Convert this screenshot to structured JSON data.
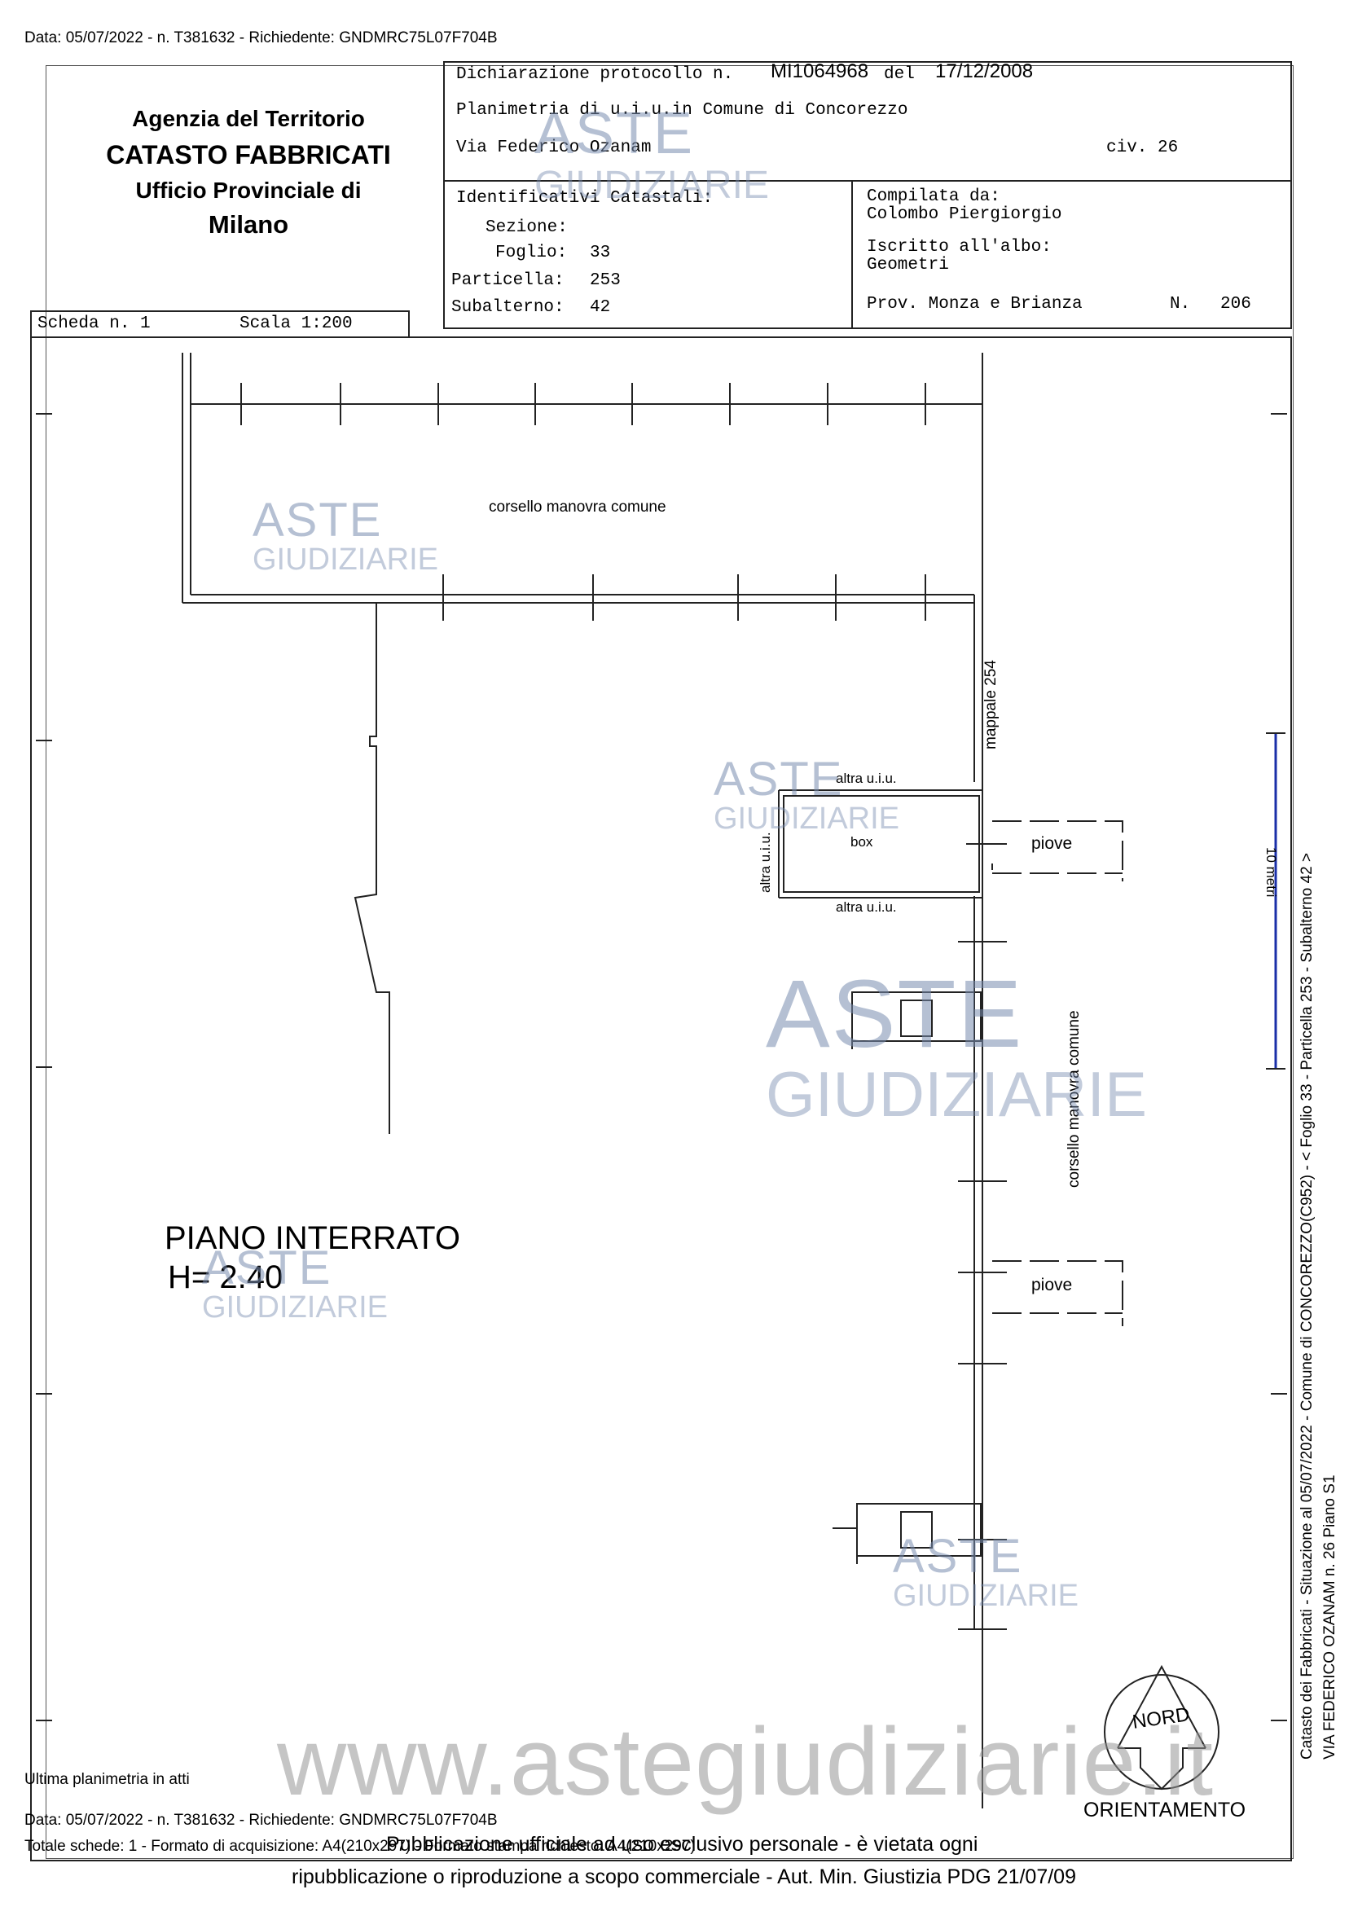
{
  "header": {
    "top_meta": "Data: 05/07/2022 - n. T381632 - Richiedente: GNDMRC75L07F704B",
    "agency": "Agenzia del Territorio",
    "catasto": "CATASTO FABBRICATI",
    "ufficio": "Ufficio Provinciale di",
    "city": "Milano",
    "dichiarazione_label": "Dichiarazione protocollo n.",
    "protocollo": "MI1064968",
    "del_label": "del",
    "date": "17/12/2008",
    "planimetria": "Planimetria di u.i.u.in Comune di Concorezzo",
    "via": "Via Federico Ozanam",
    "civ": "civ. 26",
    "identificativi": "Identificativi Catastali:",
    "sezione_label": "Sezione:",
    "foglio_label": "Foglio:",
    "foglio": "33",
    "particella_label": "Particella:",
    "particella": "253",
    "subalterno_label": "Subalterno:",
    "subalterno": "42",
    "compilata": "Compilata da:",
    "compilatore": "Colombo Piergiorgio",
    "iscritto": "Iscritto all'albo:",
    "albo": "Geometri",
    "prov": "Prov. Monza e Brianza",
    "n_label": "N.",
    "n_value": "206",
    "scheda": "Scheda n. 1",
    "scala": "Scala 1:200"
  },
  "plan": {
    "corsello_top": "corsello manovra comune",
    "mappale": "mappale 254",
    "altra_top": "altra u.i.u.",
    "altra_left": "altra u.i.u.",
    "box": "box",
    "altra_bottom": "altra u.i.u.",
    "piove_1": "piove",
    "corsello_side": "corsello manovra comune",
    "piove_2": "piove",
    "piano": "PIANO INTERRATO",
    "altezza": "H= 2.40",
    "scale_bar": "10 metri",
    "nord": "NORD",
    "orientamento": "ORIENTAMENTO"
  },
  "watermark": {
    "aste": "ASTE",
    "giudiziarie": "GIUDIZIARIE",
    "site": "www.astegiudiziarie.it"
  },
  "footer": {
    "ultima": "Ultima planimetria in atti",
    "meta": "Data: 05/07/2022 - n. T381632 - Richiedente: GNDMRC75L07F704B",
    "totale": "Totale schede: 1 - Formato di acquisizione: A4(210x297) - Formato stampa richiesto: A4(210x297)",
    "pubblicazione": "Pubblicazione ufficiale ad uso esclusivo personale - è vietata ogni",
    "ripubblicazione": "ripubblicazione o riproduzione a scopo commerciale - Aut. Min. Giustizia PDG 21/07/09"
  },
  "side": {
    "line1": "Catasto dei Fabbricati - Situazione al 05/07/2022 - Comune di CONCOREZZO(C952) - <  Foglio 33 - Particella  253 - Subalterno 42 >",
    "line2": "VIA FEDERICO OZANAM n. 26 Piano S1"
  }
}
